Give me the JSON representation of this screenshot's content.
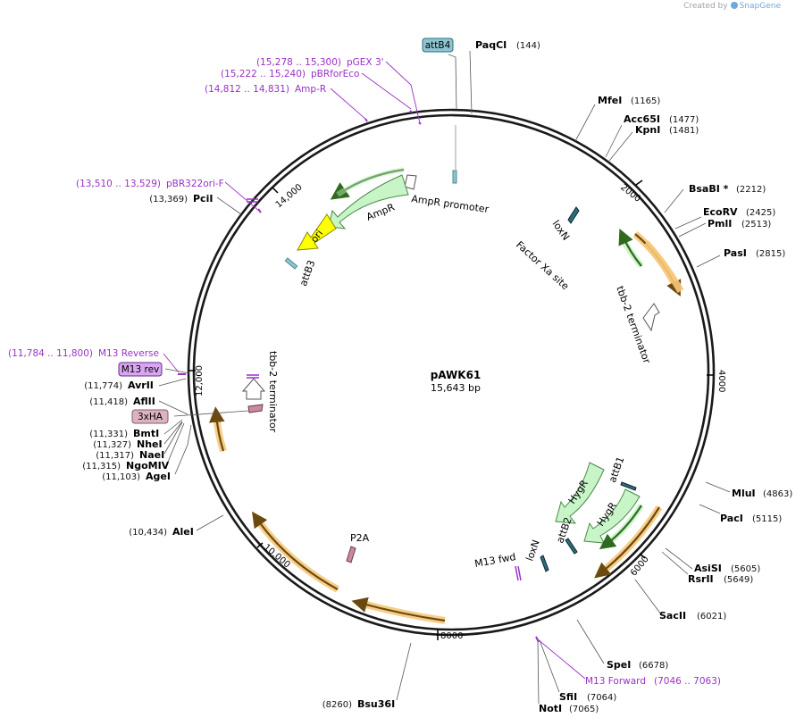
{
  "credit": {
    "prefix": "Created by",
    "brand": "SnapGene"
  },
  "plasmid": {
    "name": "pAWK61",
    "length": 15643,
    "length_label": "15,643 bp"
  },
  "ticks": [
    {
      "bp": 2000,
      "label": "2000"
    },
    {
      "bp": 4000,
      "label": "4000"
    },
    {
      "bp": 6000,
      "label": "6000"
    },
    {
      "bp": 8000,
      "label": "8000"
    },
    {
      "bp": 10000,
      "label": "10,000"
    },
    {
      "bp": 12000,
      "label": "12,000"
    },
    {
      "bp": 14000,
      "label": "14,000"
    }
  ],
  "sites": [
    {
      "name": "PaqCI",
      "pos": "(144)",
      "bp": 144
    },
    {
      "name": "MfeI",
      "pos": "(1165)",
      "bp": 1165
    },
    {
      "name": "Acc65I",
      "pos": "(1477)",
      "bp": 1477
    },
    {
      "name": "KpnI",
      "pos": "(1481)",
      "bp": 1481
    },
    {
      "name": "BsaBI *",
      "pos": "(2212)",
      "bp": 2212
    },
    {
      "name": "EcoRV",
      "pos": "(2425)",
      "bp": 2425
    },
    {
      "name": "PmlI",
      "pos": "(2513)",
      "bp": 2513
    },
    {
      "name": "PasI",
      "pos": "(2815)",
      "bp": 2815
    },
    {
      "name": "MluI",
      "pos": "(4863)",
      "bp": 4863
    },
    {
      "name": "PacI",
      "pos": "(5115)",
      "bp": 5115
    },
    {
      "name": "AsiSI",
      "pos": "(5605)",
      "bp": 5605
    },
    {
      "name": "RsrII",
      "pos": "(5649)",
      "bp": 5649
    },
    {
      "name": "SacII",
      "pos": "(6021)",
      "bp": 6021
    },
    {
      "name": "SpeI",
      "pos": "(6678)",
      "bp": 6678
    },
    {
      "name": "SfiI",
      "pos": "(7064)",
      "bp": 7064
    },
    {
      "name": "NotI",
      "pos": "(7065)",
      "bp": 7065
    },
    {
      "name": "Bsu36I",
      "pos": "(8260)",
      "bp": 8260
    },
    {
      "name": "AleI",
      "pos": "(10,434)",
      "bp": 10434
    },
    {
      "name": "AgeI",
      "pos": "(11,103)",
      "bp": 11103
    },
    {
      "name": "NgoMIV",
      "pos": "(11,315)",
      "bp": 11315
    },
    {
      "name": "NaeI",
      "pos": "(11,317)",
      "bp": 11317
    },
    {
      "name": "NheI",
      "pos": "(11,327)",
      "bp": 11327
    },
    {
      "name": "BmtI",
      "pos": "(11,331)",
      "bp": 11331
    },
    {
      "name": "AflII",
      "pos": "(11,418)",
      "bp": 11418
    },
    {
      "name": "AvrII",
      "pos": "(11,774)",
      "bp": 11774
    },
    {
      "name": "PciI",
      "pos": "(13,369)",
      "bp": 13369
    }
  ],
  "primers": [
    {
      "name": "pGEX 3'",
      "range": "(15,278 .. 15,300)"
    },
    {
      "name": "pBRforEco",
      "range": "(15,222 .. 15,240)"
    },
    {
      "name": "Amp-R",
      "range": "(14,812 .. 14,831)"
    },
    {
      "name": "pBR322ori-F",
      "range": "(13,510 .. 13,529)"
    },
    {
      "name": "M13 Reverse",
      "range": "(11,784 .. 11,800)"
    },
    {
      "name": "M13 Forward",
      "range": "(7046 .. 7063)"
    }
  ],
  "boxed_labels": [
    {
      "name": "attB4",
      "fill": "#8ec5d0"
    },
    {
      "name": "M13 rev",
      "fill": "#d8a6f0"
    },
    {
      "name": "3xHA",
      "fill": "#dcb4c0"
    }
  ],
  "features": {
    "ampr": "AmpR",
    "ampr_promoter": "AmpR promoter",
    "ori": "ori",
    "attb3": "attB3",
    "loxn_top": "loxN",
    "factor_xa": "Factor Xa site",
    "tbb2_right": "tbb-2 terminator",
    "tbb2_left": "tbb-2 terminator",
    "hygr_1": "HygR",
    "hygr_2": "HygR",
    "attb1": "attB1",
    "attb2": "attB2",
    "loxn_bottom": "loxN",
    "m13_fwd": "M13 fwd",
    "p2a": "P2A"
  },
  "colors": {
    "ampr": "#c8f5c8",
    "ori": "#ffff00",
    "orf_orange": "#f7c87a",
    "primer": "#9b30c8",
    "attb": "#8ec5d0",
    "loxn": "#2a6f7a"
  }
}
